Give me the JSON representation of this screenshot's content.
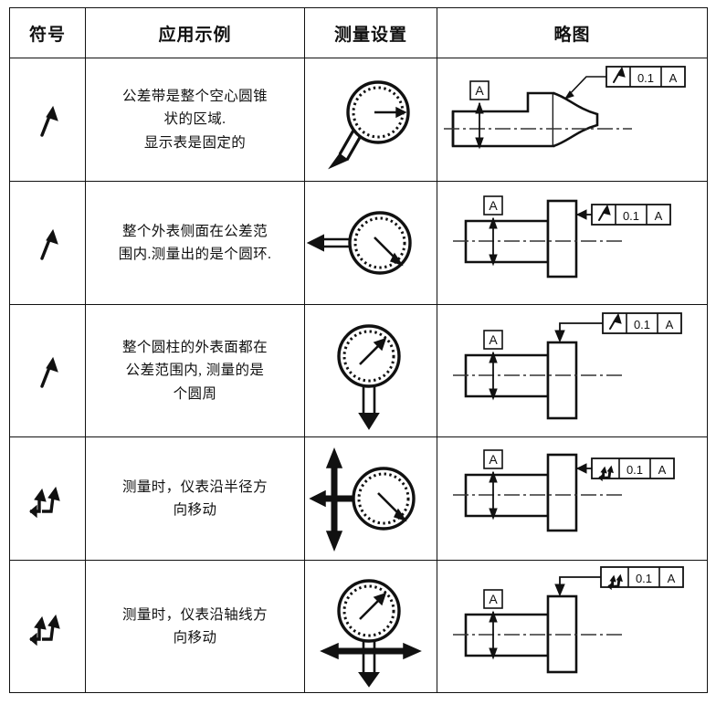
{
  "table": {
    "headers": [
      {
        "label": "符号",
        "key": "symbol"
      },
      {
        "label": "应用示例",
        "key": "example"
      },
      {
        "label": "测量设置",
        "key": "measurement"
      },
      {
        "label": "略图",
        "key": "drawing"
      }
    ],
    "rows": [
      {
        "symbol_name": "circular-runout-symbol",
        "symbol_glyph": "single-arrow",
        "example_lines": [
          "公差带是整个空心圆锥",
          "状的区域.",
          "显示表是固定的"
        ],
        "measurement_name": "dial-indicator-diagonal-probe",
        "measurement_desc": "表盘朝上，测头指向左下方",
        "drawing_name": "tapered-shaft-with-fcf",
        "datum_label": "A",
        "fcf": {
          "symbol": "single-arrow",
          "tolerance": "0.1",
          "datum": "A"
        },
        "leader": "diagonal-to-taper"
      },
      {
        "symbol_name": "circular-runout-symbol",
        "symbol_glyph": "single-arrow",
        "example_lines": [
          "整个外表侧面在公差范",
          "围内.测量出的是个圆环."
        ],
        "measurement_name": "dial-indicator-horizontal-probe",
        "measurement_desc": "测头水平指向左方",
        "drawing_name": "flanged-shaft-with-fcf-side",
        "datum_label": "A",
        "fcf": {
          "symbol": "single-arrow",
          "tolerance": "0.1",
          "datum": "A"
        },
        "leader": "horizontal-arrow-left"
      },
      {
        "symbol_name": "circular-runout-symbol",
        "symbol_glyph": "single-arrow",
        "example_lines": [
          "整个圆柱的外表面都在",
          "公差范围内, 测量的是",
          "个圆周"
        ],
        "measurement_name": "dial-indicator-vertical-probe",
        "measurement_desc": "测头垂直指向下方",
        "drawing_name": "flanged-shaft-with-fcf-top",
        "datum_label": "A",
        "fcf": {
          "symbol": "single-arrow",
          "tolerance": "0.1",
          "datum": "A"
        },
        "leader": "top-down-arrow"
      },
      {
        "symbol_name": "total-runout-symbol",
        "symbol_glyph": "double-arrow",
        "example_lines": [
          "测量时，仪表沿半径方",
          "向移动"
        ],
        "measurement_name": "dial-indicator-radial-travel",
        "measurement_desc": "测头水平，带垂直双向箭头",
        "drawing_name": "flanged-shaft-with-total-runout-side",
        "datum_label": "A",
        "fcf": {
          "symbol": "double-arrow",
          "tolerance": "0.1",
          "datum": "A"
        },
        "leader": "horizontal-arrow-left"
      },
      {
        "symbol_name": "total-runout-symbol",
        "symbol_glyph": "double-arrow",
        "example_lines": [
          "测量时，仪表沿轴线方",
          "向移动"
        ],
        "measurement_name": "dial-indicator-axial-travel",
        "measurement_desc": "测头垂直，带水平双向箭头",
        "drawing_name": "flanged-shaft-with-total-runout-top",
        "datum_label": "A",
        "fcf": {
          "symbol": "double-arrow",
          "tolerance": "0.1",
          "datum": "A"
        },
        "leader": "top-down-arrow"
      }
    ]
  },
  "colors": {
    "line": "#111111",
    "background": "#ffffff",
    "centerline": "#333333"
  }
}
